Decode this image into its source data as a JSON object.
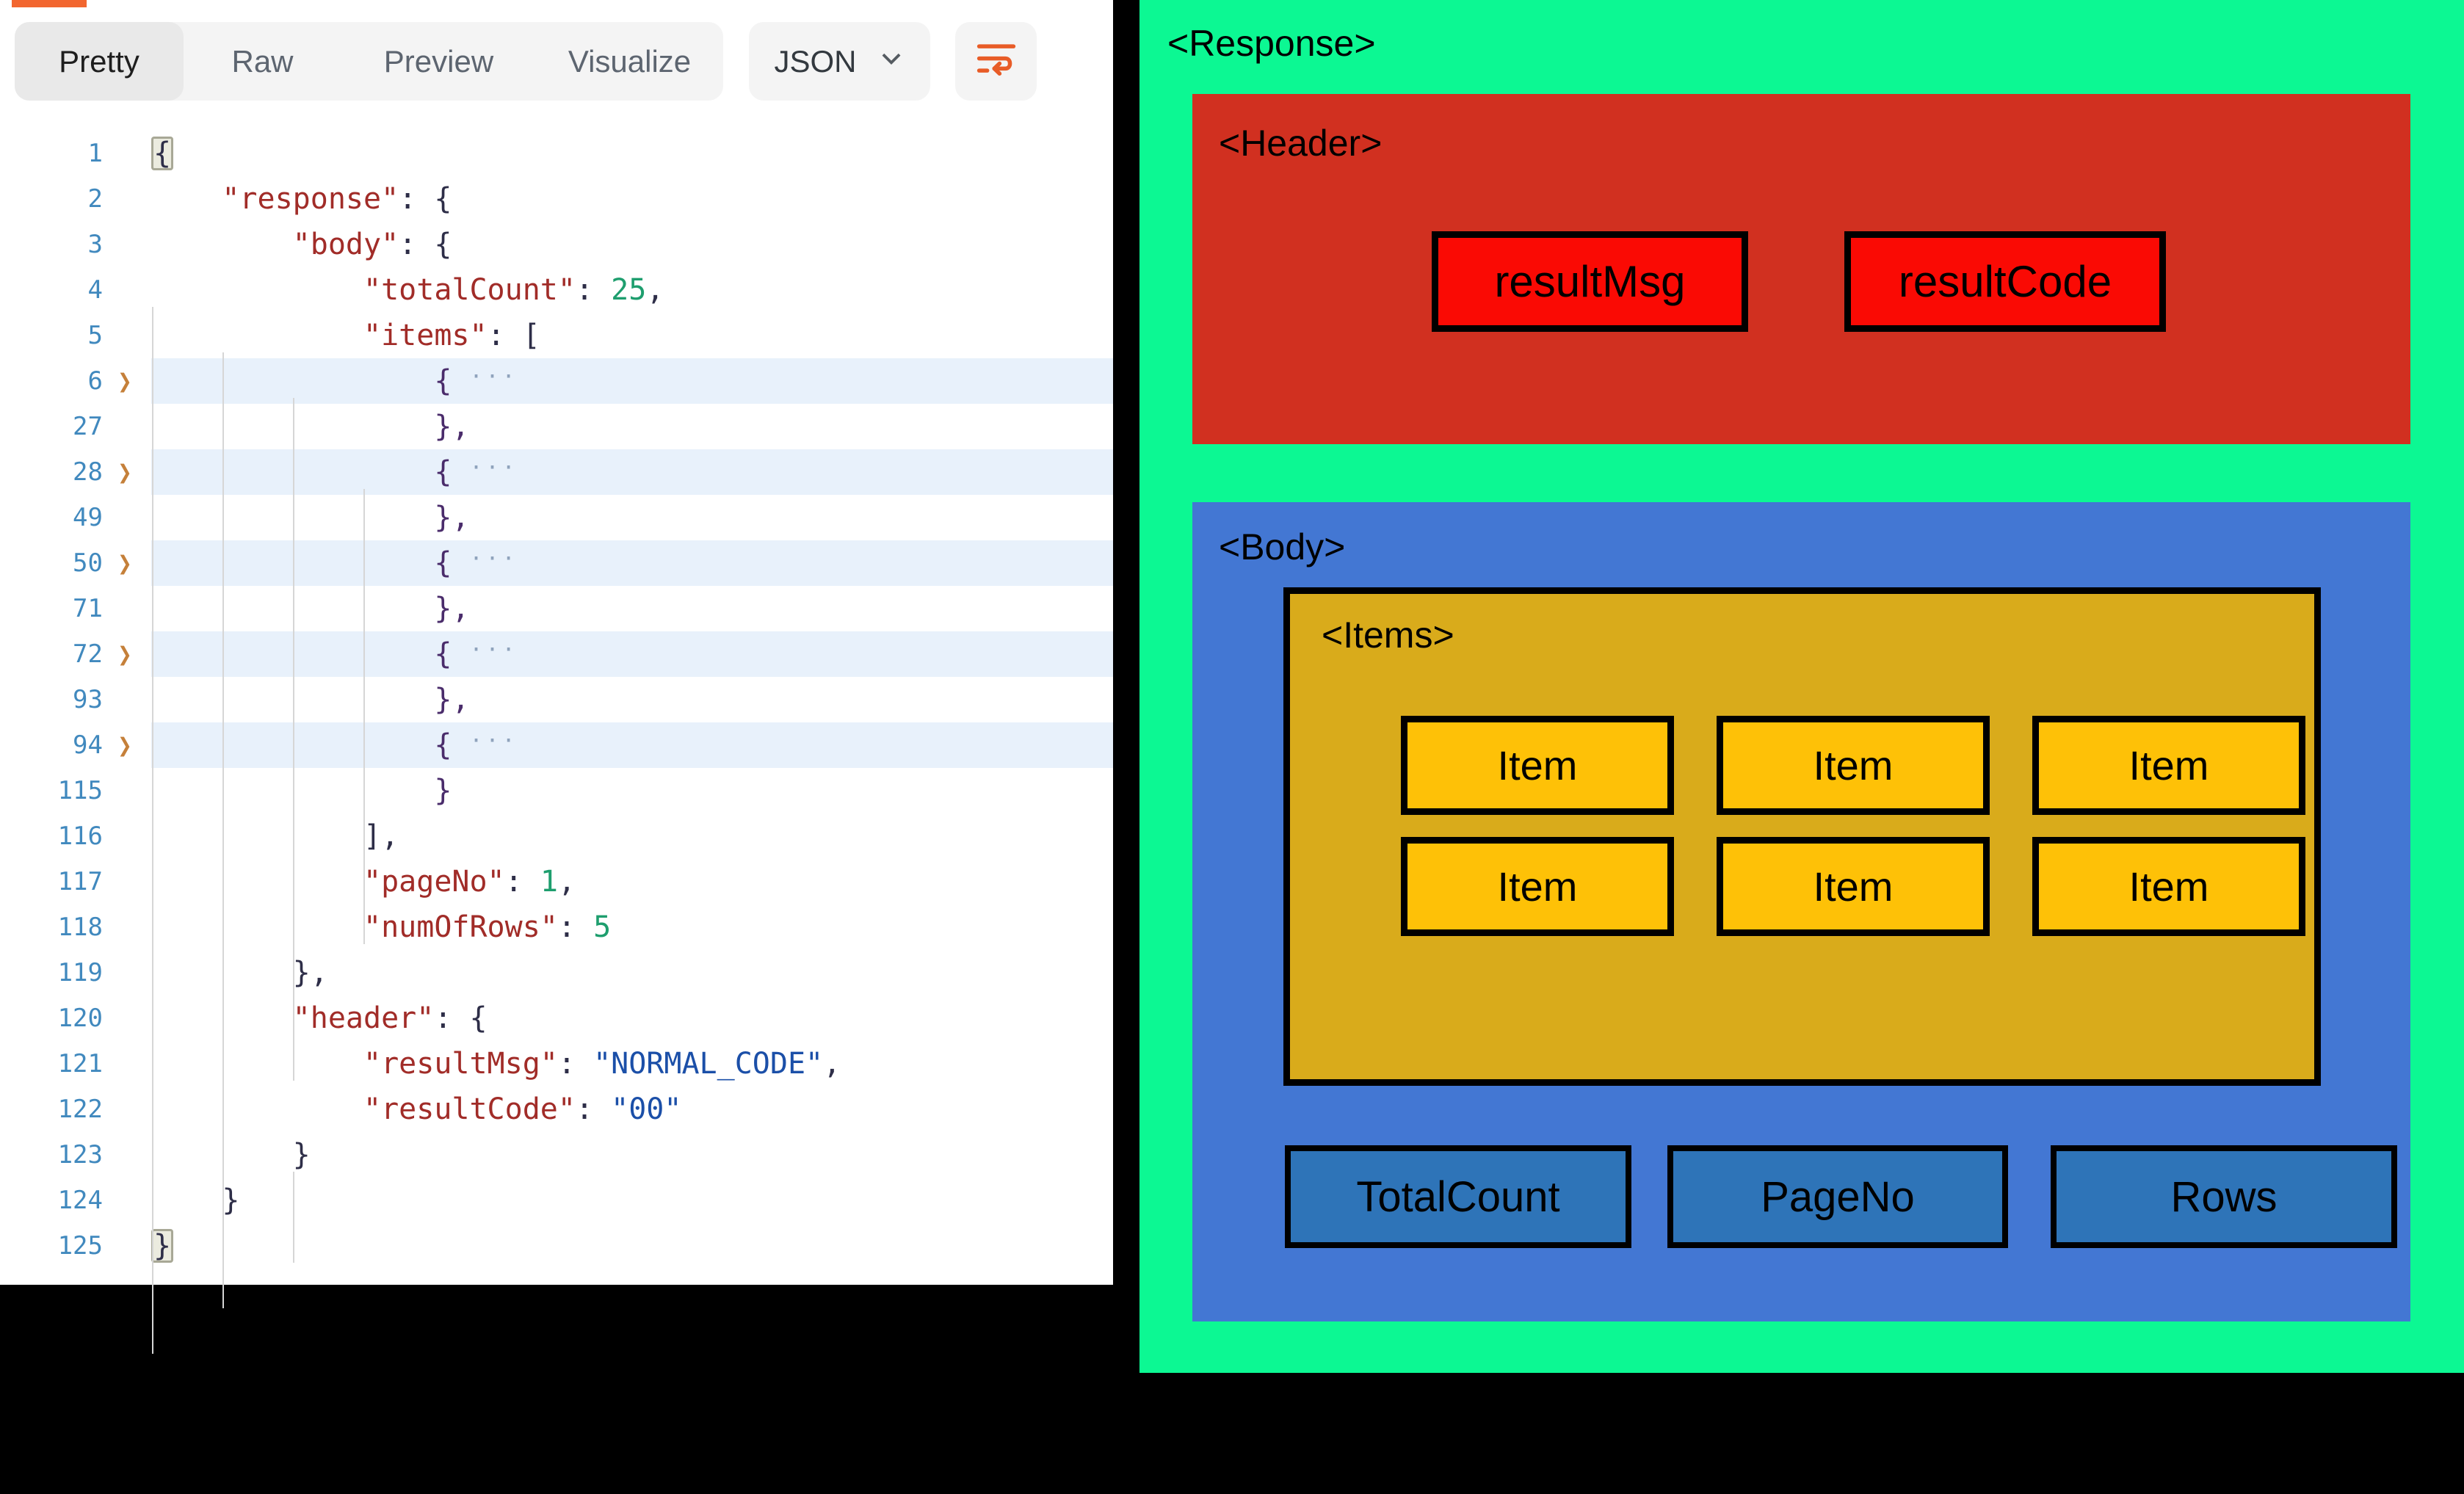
{
  "viewer": {
    "tabs": [
      {
        "label": "Pretty",
        "active": true
      },
      {
        "label": "Raw",
        "active": false
      },
      {
        "label": "Preview",
        "active": false
      },
      {
        "label": "Visualize",
        "active": false
      }
    ],
    "language_select": {
      "label": "JSON"
    },
    "icons": {
      "chevron_down": "chevron-down-icon",
      "wrap_text": "wrap-text-icon",
      "fold_glyph": "❯",
      "collapsed_dots": "···"
    },
    "accent_colors": {
      "tab_marker": "#F2662F",
      "wrap_icon": "#E85C27",
      "line_number": "#4189BE",
      "fold_chevron": "#C5803A",
      "key": "#A12C28",
      "string": "#1B4FA8",
      "number": "#1E9E6E",
      "collapsed_brace": "#4A2C6B",
      "highlight_row": "#E8F1FB"
    },
    "code": {
      "lines": [
        {
          "n": "1",
          "fold": false,
          "hl": false,
          "tokens": [
            [
              "m",
              "{"
            ]
          ]
        },
        {
          "n": "2",
          "fold": false,
          "hl": false,
          "tokens": [
            [
              "p",
              "    "
            ],
            [
              "k",
              "\"response\""
            ],
            [
              "p",
              ": {"
            ]
          ]
        },
        {
          "n": "3",
          "fold": false,
          "hl": false,
          "tokens": [
            [
              "p",
              "        "
            ],
            [
              "k",
              "\"body\""
            ],
            [
              "p",
              ": {"
            ]
          ]
        },
        {
          "n": "4",
          "fold": false,
          "hl": false,
          "tokens": [
            [
              "p",
              "            "
            ],
            [
              "k",
              "\"totalCount\""
            ],
            [
              "p",
              ": "
            ],
            [
              "n",
              "25"
            ],
            [
              "p",
              ","
            ]
          ]
        },
        {
          "n": "5",
          "fold": false,
          "hl": false,
          "tokens": [
            [
              "p",
              "            "
            ],
            [
              "k",
              "\"items\""
            ],
            [
              "p",
              ": ["
            ]
          ]
        },
        {
          "n": "6",
          "fold": true,
          "hl": true,
          "tokens": [
            [
              "p",
              "                "
            ],
            [
              "pp",
              "{ "
            ],
            [
              "dots",
              "···"
            ]
          ]
        },
        {
          "n": "27",
          "fold": false,
          "hl": false,
          "tokens": [
            [
              "p",
              "                "
            ],
            [
              "pp",
              "},"
            ]
          ]
        },
        {
          "n": "28",
          "fold": true,
          "hl": true,
          "tokens": [
            [
              "p",
              "                "
            ],
            [
              "pp",
              "{ "
            ],
            [
              "dots",
              "···"
            ]
          ]
        },
        {
          "n": "49",
          "fold": false,
          "hl": false,
          "tokens": [
            [
              "p",
              "                "
            ],
            [
              "pp",
              "},"
            ]
          ]
        },
        {
          "n": "50",
          "fold": true,
          "hl": true,
          "tokens": [
            [
              "p",
              "                "
            ],
            [
              "pp",
              "{ "
            ],
            [
              "dots",
              "···"
            ]
          ]
        },
        {
          "n": "71",
          "fold": false,
          "hl": false,
          "tokens": [
            [
              "p",
              "                "
            ],
            [
              "pp",
              "},"
            ]
          ]
        },
        {
          "n": "72",
          "fold": true,
          "hl": true,
          "tokens": [
            [
              "p",
              "                "
            ],
            [
              "pp",
              "{ "
            ],
            [
              "dots",
              "···"
            ]
          ]
        },
        {
          "n": "93",
          "fold": false,
          "hl": false,
          "tokens": [
            [
              "p",
              "                "
            ],
            [
              "pp",
              "},"
            ]
          ]
        },
        {
          "n": "94",
          "fold": true,
          "hl": true,
          "tokens": [
            [
              "p",
              "                "
            ],
            [
              "pp",
              "{ "
            ],
            [
              "dots",
              "···"
            ]
          ]
        },
        {
          "n": "115",
          "fold": false,
          "hl": false,
          "tokens": [
            [
              "p",
              "                "
            ],
            [
              "pp",
              "}"
            ]
          ]
        },
        {
          "n": "116",
          "fold": false,
          "hl": false,
          "tokens": [
            [
              "p",
              "            ],"
            ]
          ]
        },
        {
          "n": "117",
          "fold": false,
          "hl": false,
          "tokens": [
            [
              "p",
              "            "
            ],
            [
              "k",
              "\"pageNo\""
            ],
            [
              "p",
              ": "
            ],
            [
              "n",
              "1"
            ],
            [
              "p",
              ","
            ]
          ]
        },
        {
          "n": "118",
          "fold": false,
          "hl": false,
          "tokens": [
            [
              "p",
              "            "
            ],
            [
              "k",
              "\"numOfRows\""
            ],
            [
              "p",
              ": "
            ],
            [
              "n",
              "5"
            ]
          ]
        },
        {
          "n": "119",
          "fold": false,
          "hl": false,
          "tokens": [
            [
              "p",
              "        },"
            ]
          ]
        },
        {
          "n": "120",
          "fold": false,
          "hl": false,
          "tokens": [
            [
              "p",
              "        "
            ],
            [
              "k",
              "\"header\""
            ],
            [
              "p",
              ": {"
            ]
          ]
        },
        {
          "n": "121",
          "fold": false,
          "hl": false,
          "tokens": [
            [
              "p",
              "            "
            ],
            [
              "k",
              "\"resultMsg\""
            ],
            [
              "p",
              ": "
            ],
            [
              "s",
              "\"NORMAL_CODE\""
            ],
            [
              "p",
              ","
            ]
          ]
        },
        {
          "n": "122",
          "fold": false,
          "hl": false,
          "tokens": [
            [
              "p",
              "            "
            ],
            [
              "k",
              "\"resultCode\""
            ],
            [
              "p",
              ": "
            ],
            [
              "s",
              "\"00\""
            ]
          ]
        },
        {
          "n": "123",
          "fold": false,
          "hl": false,
          "tokens": [
            [
              "p",
              "        }"
            ]
          ]
        },
        {
          "n": "124",
          "fold": false,
          "hl": false,
          "tokens": [
            [
              "p",
              "    }"
            ]
          ]
        },
        {
          "n": "125",
          "fold": false,
          "hl": false,
          "tokens": [
            [
              "m",
              "}"
            ]
          ]
        }
      ]
    }
  },
  "diagram": {
    "response_label": "<Response>",
    "header": {
      "label": "<Header>",
      "boxes": [
        "resultMsg",
        "resultCode"
      ]
    },
    "body": {
      "label": "<Body>",
      "items_label": "<Items>",
      "item_label": "Item",
      "item_count": 6,
      "bottom_boxes": [
        "TotalCount",
        "PageNo",
        "Rows"
      ]
    },
    "colors": {
      "response_bg": "#0CF893",
      "header_bg": "#D13020",
      "header_box_bg": "#FA0A04",
      "body_bg": "#4377D3",
      "items_bg": "#D9AB1B",
      "item_box_bg": "#FEC107",
      "bottom_box_bg": "#2E74B8"
    }
  }
}
